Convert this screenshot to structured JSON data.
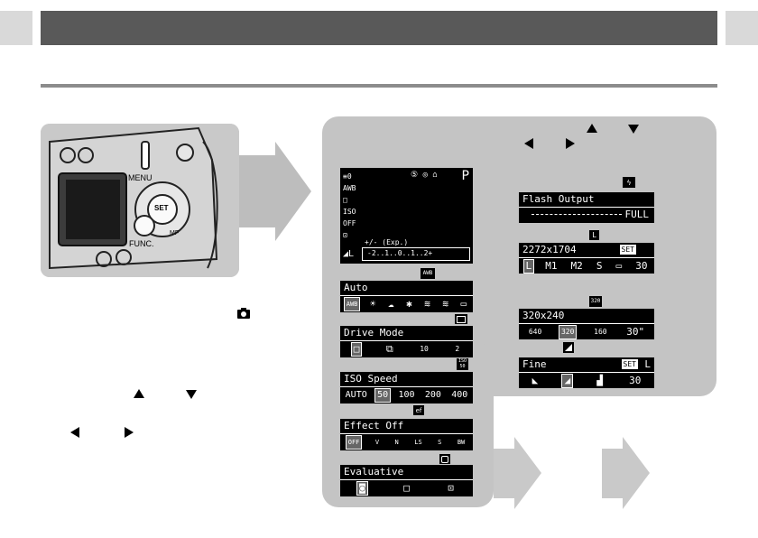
{
  "lcd": {
    "exp_label": "+/- (Exp.)",
    "scale": "-2..1..0..1..2+",
    "mode": "P"
  },
  "panels": {
    "white_balance": {
      "header": "Auto",
      "options": [
        "AWB",
        "☀",
        "☁",
        "✱",
        "≋",
        "≋",
        "▭"
      ]
    },
    "drive": {
      "header": "Drive Mode",
      "options": [
        "□",
        "⧉",
        "10",
        "2"
      ]
    },
    "iso": {
      "header": "ISO Speed",
      "options": [
        "AUTO",
        "50",
        "100",
        "200",
        "400"
      ]
    },
    "effect": {
      "header": "Effect Off",
      "options": [
        "OFF",
        "V",
        "N",
        "LS",
        "S",
        "BW"
      ]
    },
    "metering": {
      "header": "Evaluative",
      "options": [
        "◙",
        "□",
        "⊡"
      ]
    },
    "flash": {
      "header": "Flash Output",
      "value": "FULL"
    },
    "resolution": {
      "header": "2272x1704",
      "set": "SET",
      "options": [
        "L",
        "M1",
        "M2",
        "S",
        "▭",
        "30"
      ]
    },
    "movie": {
      "header": "320x240",
      "options": [
        "640",
        "320",
        "160",
        "30\""
      ]
    },
    "quality": {
      "header": "Fine",
      "set": "SET",
      "size": "L",
      "options": [
        "◣",
        "◢",
        "▟",
        "30"
      ]
    }
  },
  "chips": {
    "awb": "AWB",
    "iso50": "ISO 50",
    "movie320": "320"
  },
  "camera": {
    "menu_label": "MENU",
    "func_label": "FUNC.",
    "set_label": "SET",
    "mf_label": "MF"
  }
}
